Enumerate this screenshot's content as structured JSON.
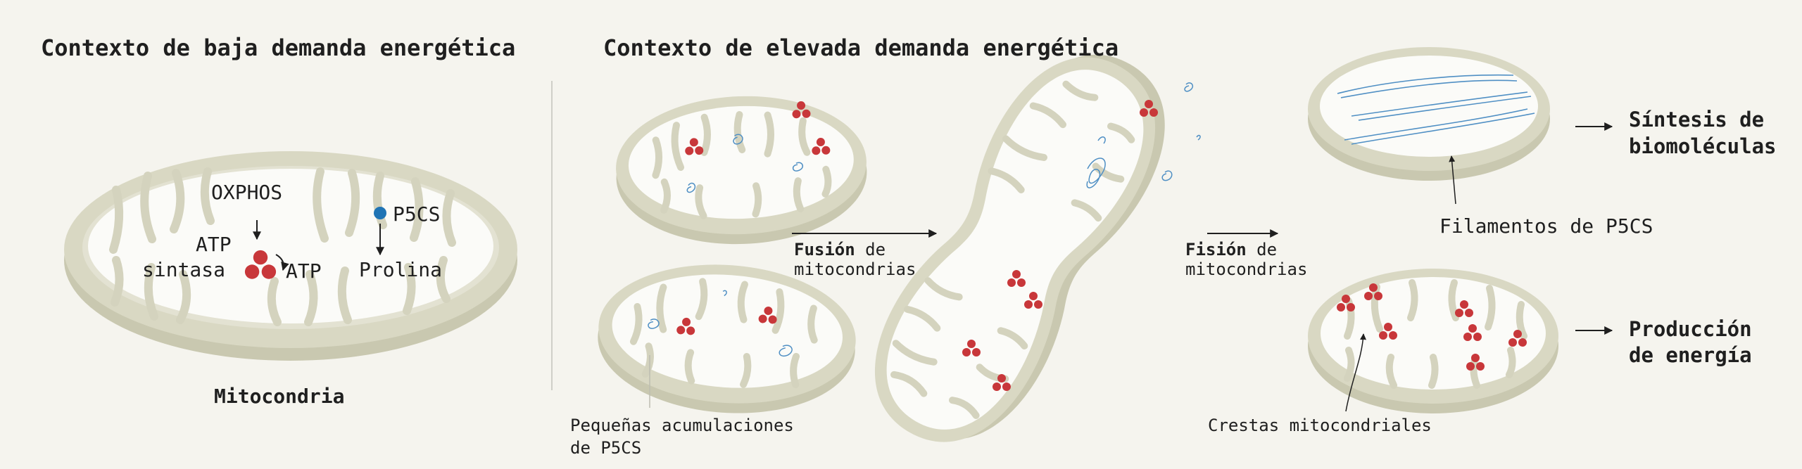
{
  "panels": {
    "low": {
      "title": "Contexto de baja demanda energética",
      "caption": "Mitocondria",
      "oxphos": "OXPHOS",
      "atp_synthase_line1": "ATP",
      "atp_synthase_line2": "sintasa",
      "atp": "ATP",
      "p5cs": "P5CS",
      "proline": "Prolina"
    },
    "high": {
      "title": "Contexto de elevada demanda energética",
      "fusion_bold": "Fusión",
      "fusion_rest": " de",
      "fusion_line2": "mitocondrias",
      "fission_bold": "Fisión",
      "fission_rest": " de",
      "fission_line2": "mitocondrias",
      "small_accum_line1": "Pequeñas acumulaciones",
      "small_accum_line2": "de P5CS",
      "filaments": "Filamentos de P5CS",
      "cristae": "Crestas mitocondriales",
      "outcome_1_line1": "Síntesis de",
      "outcome_1_line2": "biomoléculas",
      "outcome_2_line1": "Producción",
      "outcome_2_line2": "de energía"
    }
  },
  "colors": {
    "background": "#f5f4ee",
    "membrane": "#d9d8c3",
    "membrane_dark": "#c9c8b0",
    "matrix": "#fbfbf8",
    "atp_synthase": "#c8373a",
    "p5cs_dot": "#1f74b5",
    "p5cs_filament": "#4f8fc4",
    "text": "#1f1f1f"
  },
  "icons": {
    "atp_synthase": "red-trimer-icon",
    "p5cs": "blue-dot-icon",
    "arrow": "arrow-right-icon"
  }
}
